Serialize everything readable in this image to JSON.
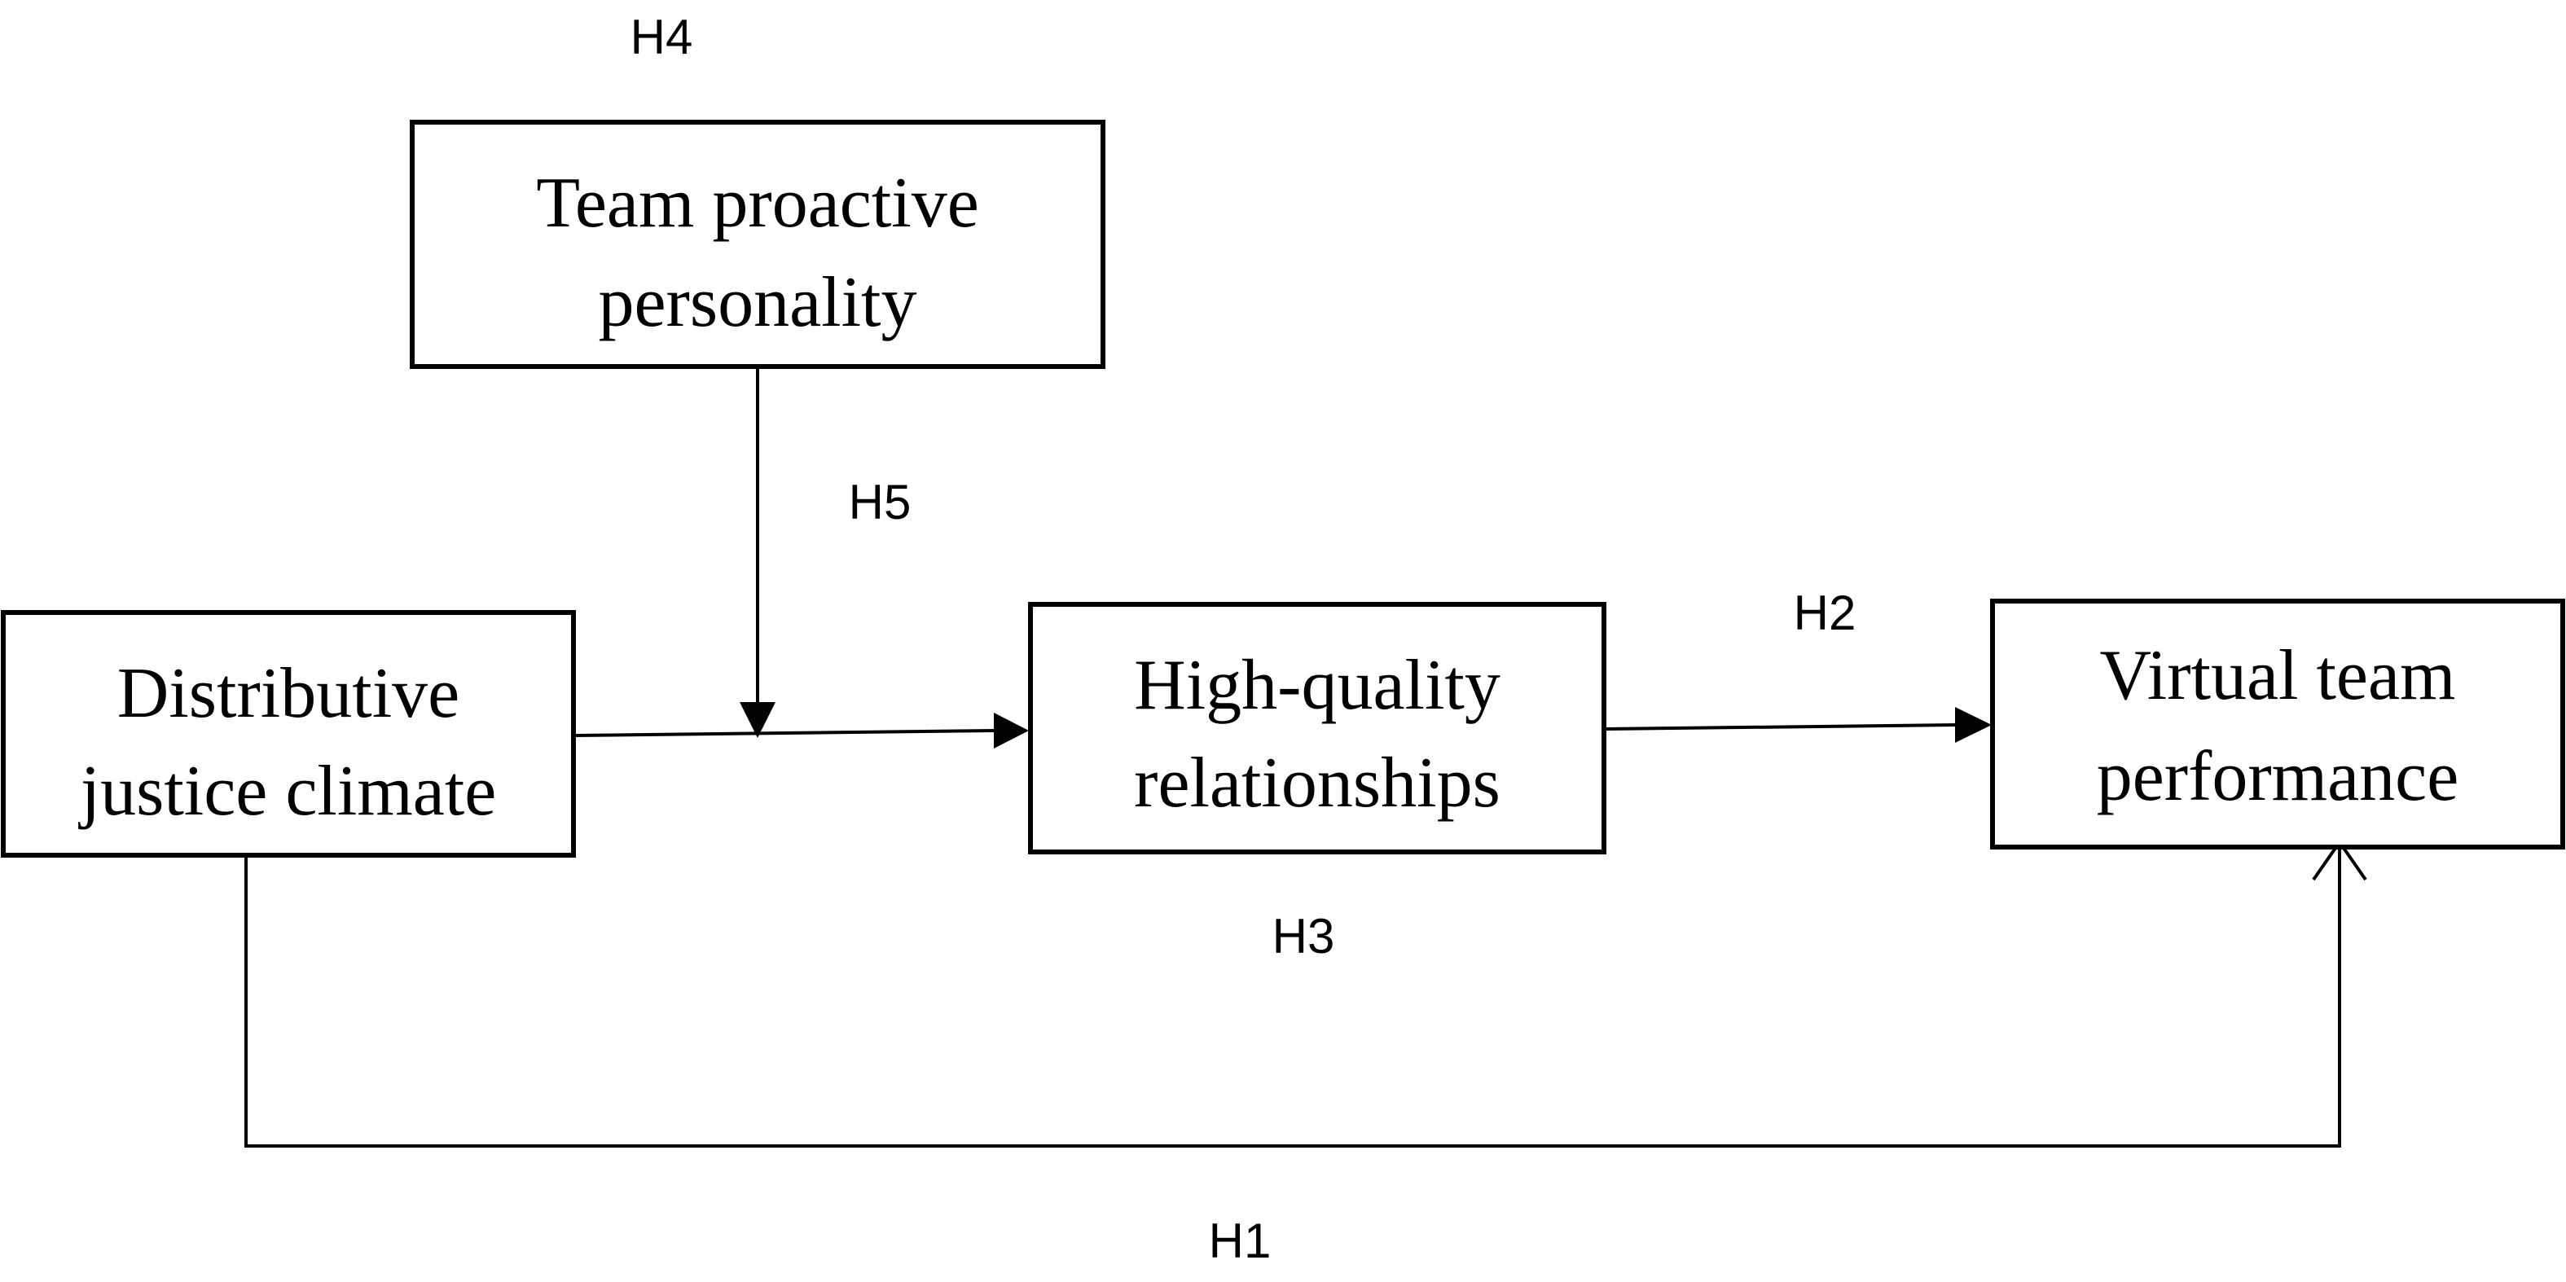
{
  "diagram": {
    "nodes": {
      "team_proactive_personality": {
        "line1": "Team proactive",
        "line2": "personality"
      },
      "distributive_justice_climate": {
        "line1": "Distributive",
        "line2": "justice climate"
      },
      "high_quality_relationships": {
        "line1": "High-quality",
        "line2": "relationships"
      },
      "virtual_team_performance": {
        "line1": "Virtual team",
        "line2": "performance"
      }
    },
    "hypotheses": {
      "h1": "H1",
      "h2": "H2",
      "h3": "H3",
      "h4": "H4",
      "h5": "H5"
    },
    "edges": [
      {
        "from": "distributive_justice_climate",
        "to": "high_quality_relationships",
        "label": ""
      },
      {
        "from": "high_quality_relationships",
        "to": "virtual_team_performance",
        "label": "H2"
      },
      {
        "from": "distributive_justice_climate",
        "to": "virtual_team_performance",
        "label": "H1"
      },
      {
        "from": "team_proactive_personality",
        "to": "edge:distributive_justice_climate->high_quality_relationships",
        "label": "H5"
      }
    ]
  }
}
